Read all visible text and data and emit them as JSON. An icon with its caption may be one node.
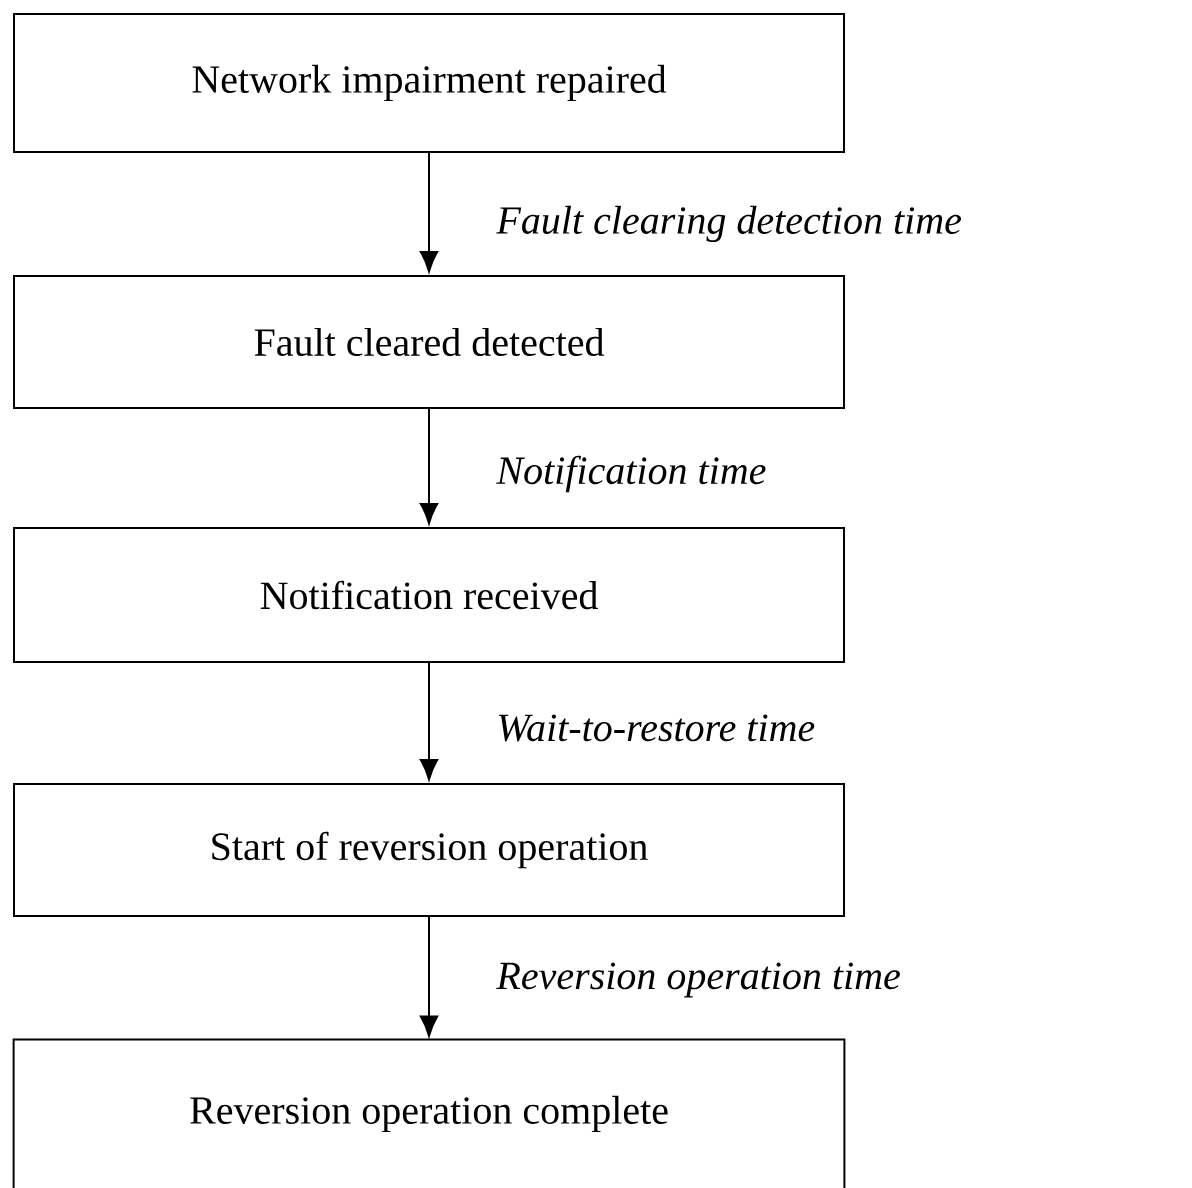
{
  "diagram": {
    "nodes": [
      {
        "text": [
          "Network impairment repaired"
        ]
      },
      {
        "text": [
          "Fault cleared detected"
        ]
      },
      {
        "text": [
          "Notification received"
        ]
      },
      {
        "text": [
          "Start of reversion operation"
        ]
      },
      {
        "text": [
          "Reversion operation complete"
        ]
      }
    ],
    "edges": [
      {
        "from": 0,
        "to": 1,
        "arrow": "to",
        "label": "Fault clearing detection time"
      },
      {
        "from": 1,
        "to": 2,
        "arrow": "to",
        "label": "Notification time"
      },
      {
        "from": 2,
        "to": 3,
        "arrow": "to",
        "label": "Wait-to-restore time"
      },
      {
        "from": 3,
        "to": 4,
        "arrow": "to",
        "label": "Reversion operation time"
      }
    ]
  }
}
